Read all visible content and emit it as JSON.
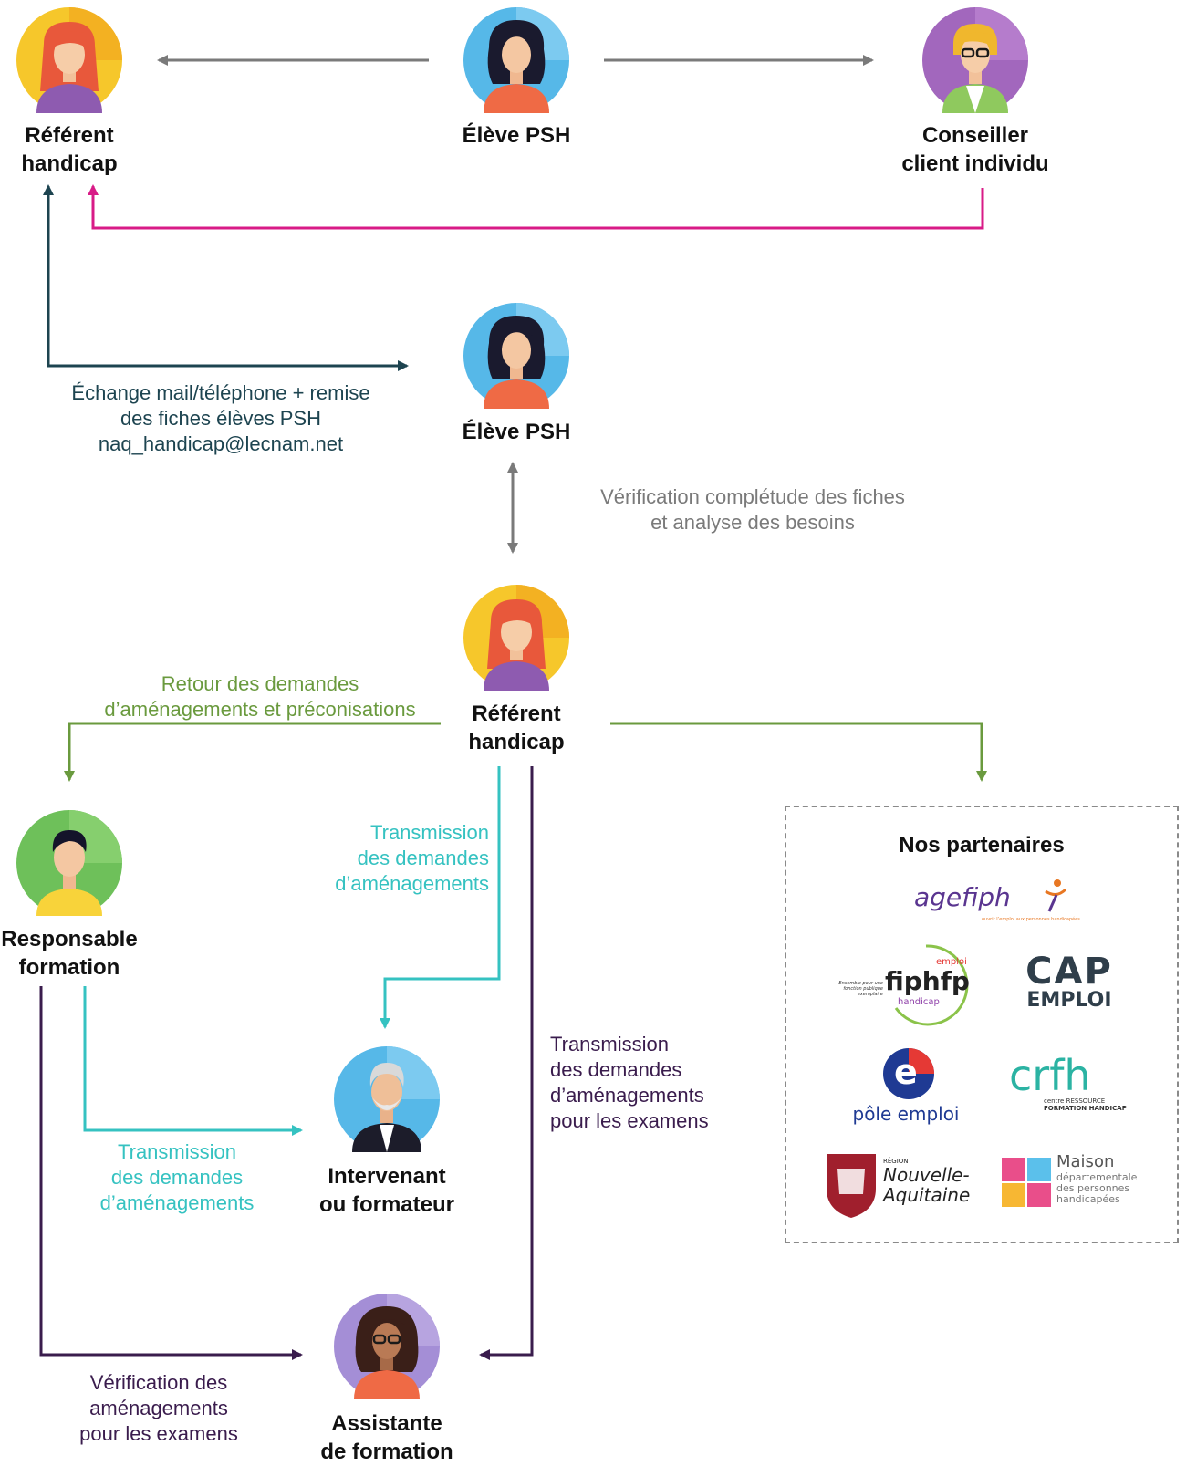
{
  "nodes": {
    "referent_top": {
      "label_line1": "Référent",
      "label_line2": "handicap"
    },
    "eleve_top": {
      "label": "Élève PSH"
    },
    "conseiller": {
      "label_line1": "Conseiller",
      "label_line2": "client individu"
    },
    "eleve_mid": {
      "label": "Élève PSH"
    },
    "referent_mid": {
      "label_line1": "Référent",
      "label_line2": "handicap"
    },
    "responsable": {
      "label_line1": "Responsable",
      "label_line2": "formation"
    },
    "intervenant": {
      "label_line1": "Intervenant",
      "label_line2": "ou formateur"
    },
    "assistante": {
      "label_line1": "Assistante",
      "label_line2": "de formation"
    }
  },
  "flows": {
    "echange": {
      "line1": "Échange mail/téléphone + remise",
      "line2": "des fiches élèves PSH",
      "line3": "naq_handicap@lecnam.net"
    },
    "verification_fiches": {
      "line1": "Vérification complétude des fiches",
      "line2": "et analyse des besoins"
    },
    "retour": {
      "line1": "Retour des demandes",
      "line2": "d’aménagements et préconisations"
    },
    "transmission_referent": {
      "line1": "Transmission",
      "line2": "des demandes",
      "line3": "d’aménagements"
    },
    "transmission_examens": {
      "line1": "Transmission",
      "line2": "des demandes",
      "line3": "d’aménagements",
      "line4": "pour les examens"
    },
    "transmission_responsable": {
      "line1": "Transmission",
      "line2": "des demandes",
      "line3": "d’aménagements"
    },
    "verification_examens": {
      "line1": "Vérification des",
      "line2": "aménagements",
      "line3": "pour les examens"
    }
  },
  "partners": {
    "title": "Nos partenaires",
    "logos": {
      "agefiph": {
        "name": "agefiph",
        "tagline": "ouvrir l’emploi aux personnes handicapées"
      },
      "fiphfp": {
        "name": "fiphfp",
        "top": "emploi",
        "bottom": "handicap",
        "side": "Ensemble pour une fonction publique exemplaire"
      },
      "cap_emploi": {
        "line1": "CAP",
        "line2": "EMPLOI"
      },
      "pole_emploi": {
        "name": "pôle emploi",
        "letter": "e"
      },
      "crfh": {
        "name": "crfh",
        "sub1": "centre RESSOURCE",
        "sub2": "FORMATION HANDICAP"
      },
      "nouvelle_aquitaine": {
        "small": "RÉGION",
        "line1": "Nouvelle-",
        "line2": "Aquitaine"
      },
      "mdph": {
        "line1": "Maison",
        "line2": "départementale",
        "line3": "des personnes",
        "line4": "handicapées"
      }
    }
  },
  "colors": {
    "dark_teal": "#1d4450",
    "magenta": "#d81b87",
    "gray": "#7a7a7a",
    "green": "#6a9a3e",
    "teal": "#35c2c1",
    "purple": "#3a1c4d"
  }
}
